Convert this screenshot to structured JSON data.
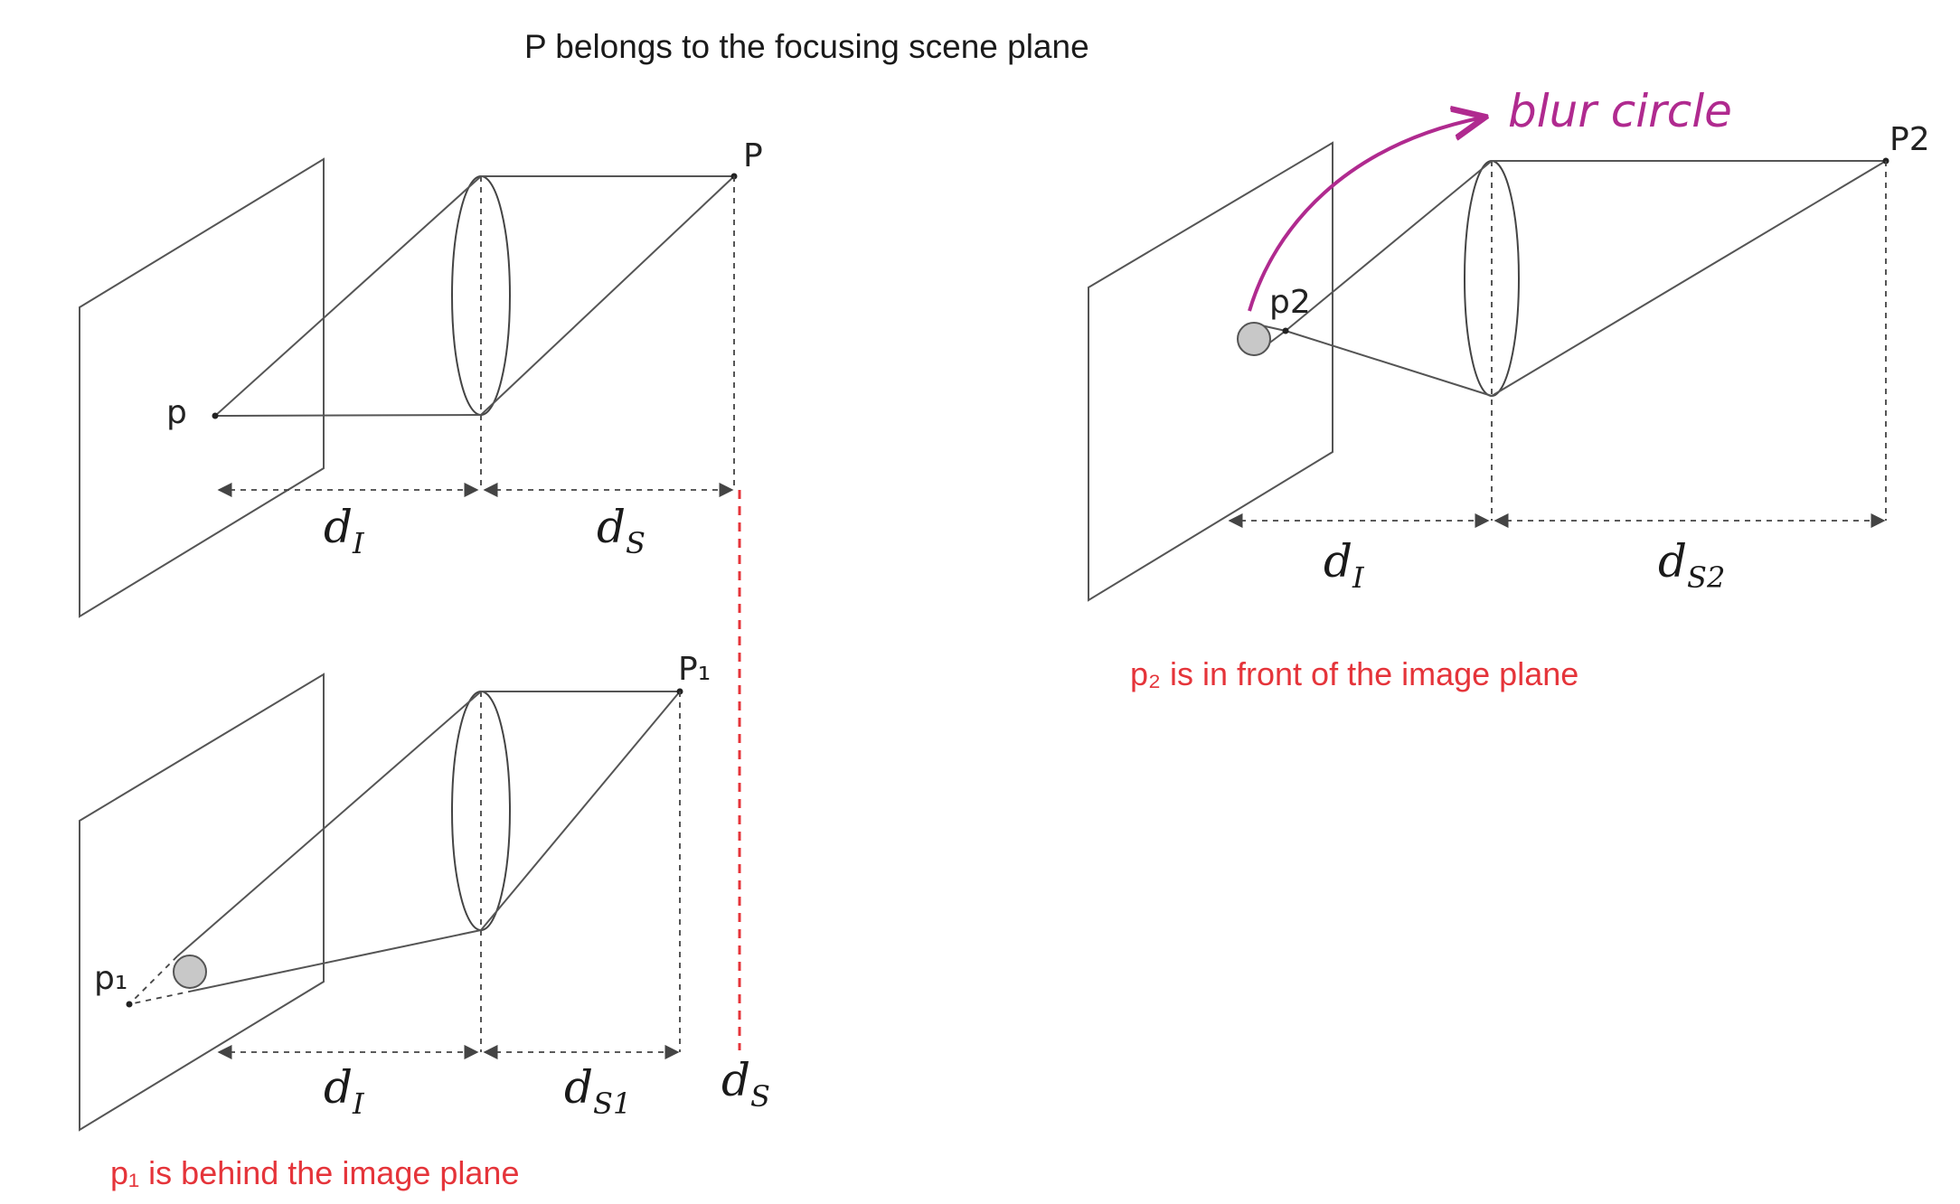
{
  "title": "P   belongs to the focusing scene plane",
  "diagram_top": {
    "point_scene": "P",
    "point_image": "p",
    "dim_image_base": "d",
    "dim_image_sub": "I",
    "dim_scene_base": "d",
    "dim_scene_sub": "S"
  },
  "diagram_bottom": {
    "point_scene": "P₁",
    "point_image": "p₁",
    "dim_image_base": "d",
    "dim_image_sub": "I",
    "dim_scene_base": "d",
    "dim_scene_sub": "S1",
    "ref_dim_base": "d",
    "ref_dim_sub": "S",
    "caption": "p₁ is behind the image plane"
  },
  "diagram_right": {
    "point_scene": "P2",
    "point_image": "p2",
    "dim_image_base": "d",
    "dim_image_sub": "I",
    "dim_scene_base": "d",
    "dim_scene_sub": "S2",
    "caption": "p₂ is in front of the image plane",
    "annotation": "blur circle"
  },
  "colors": {
    "caption": "#e5343a",
    "annotation": "#b02a8f",
    "lines": "#555555"
  }
}
